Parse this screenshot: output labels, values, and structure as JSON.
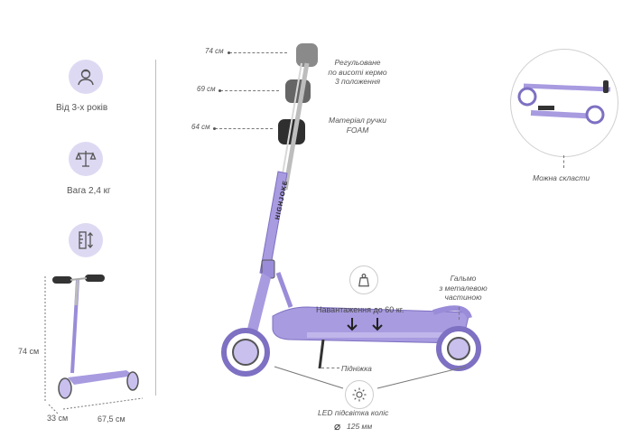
{
  "features": {
    "age": "Від 3-х років",
    "weight": "Вага 2,4 кг"
  },
  "height_marks": [
    "74 см",
    "69 см",
    "64 см"
  ],
  "callouts": {
    "adjust": "Регульоване\nпо висоті кермо\n3 положення",
    "grip": "Матеріал ручки\nFOAM",
    "fold": "Можна скласти",
    "load": "Навантаження до 60 кг.",
    "brake": "Гальмо\nз металевою\nчастиною",
    "kickstand": "Підніжка",
    "led": "LED підсвітка коліс",
    "wheel": "125 мм"
  },
  "dimensions": {
    "height": "74 см",
    "width": "33 см",
    "length": "67,5 см"
  },
  "brand_text": "HIGHJOKE",
  "colors": {
    "accent": "#a89be0",
    "accent_light": "#ded9f3",
    "dark": "#333333"
  },
  "icons": [
    "person-icon",
    "scales-icon",
    "height-icon",
    "weight-icon",
    "sun-icon",
    "diameter-icon"
  ]
}
